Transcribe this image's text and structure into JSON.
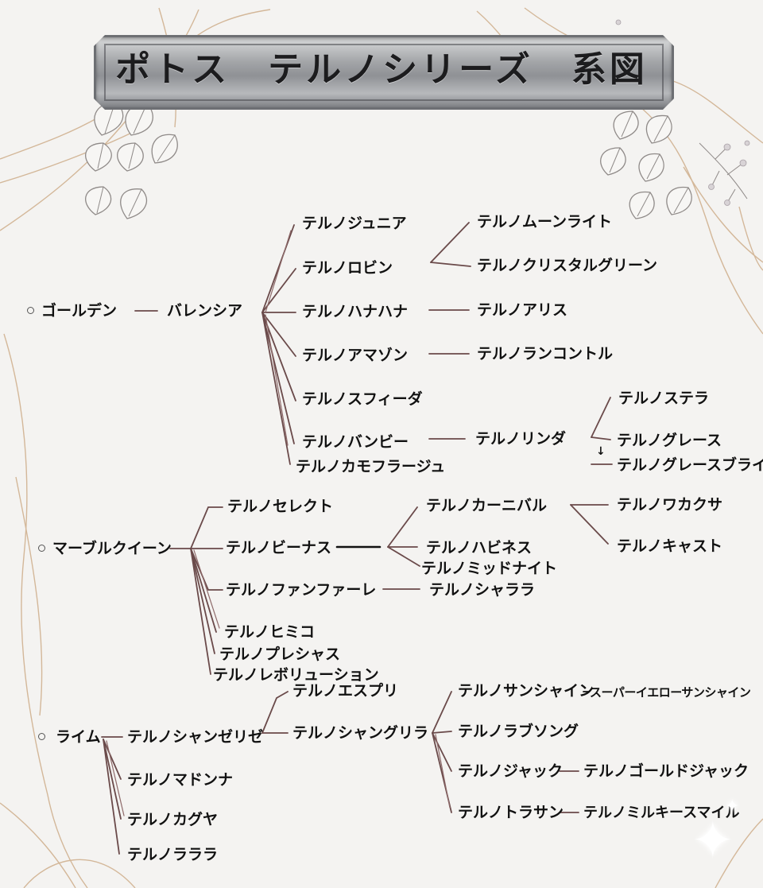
{
  "title": "ポトス　テルノシリーズ　系図",
  "nodes": {
    "golden": "ゴールデン",
    "valencia": "バレンシア",
    "junior": "テルノジュニア",
    "robin": "テルノロビン",
    "hanahana": "テルノハナハナ",
    "amazon": "テルノアマゾン",
    "sfida": "テルノスフィーダ",
    "bambi": "テルノバンビー",
    "camouflage": "テルノカモフラージュ",
    "moonlight": "テルノムーンライト",
    "crystalgreen": "テルノクリスタルグリーン",
    "alice": "テルノアリス",
    "lancontol": "テルノランコントル",
    "linda": "テルノリンダ",
    "stella": "テルノステラ",
    "grace": "テルノグレース",
    "gracebright": "テルノグレースブライト",
    "marblequeen": "マーブルクイーン",
    "select": "テルノセレクト",
    "venus": "テルノビーナス",
    "fanfare": "テルノファンファーレ",
    "himiko": "テルノヒミコ",
    "precious": "テルノプレシャス",
    "revolution": "テルノレボリューション",
    "carnival": "テルノカーニバル",
    "hibiscus": "テルノハビネス",
    "midnight": "テルノミッドナイト",
    "sharara": "テルノシャララ",
    "wakakusa": "テルノワカクサ",
    "cast": "テルノキャスト",
    "lime": "ライム",
    "champselysee": "テルノシャンゼリゼ",
    "madonna": "テルノマドンナ",
    "kaguya": "テルノカグヤ",
    "lalala": "テルノラララ",
    "esprit": "テルノエスプリ",
    "shangrila": "テルノシャングリラ",
    "sunshine": "テルノサンシャイン",
    "supersunshine": "スーパーイエローサンシャイン",
    "lovesong": "テルノラブソング",
    "jack": "テルノジャック",
    "goldjack": "テルノゴールドジャック",
    "torasan": "テルノトラサン",
    "milkysmile": "テルノミルキースマイル"
  },
  "symbols": {
    "arrow": "↓",
    "sparkle": "✦"
  },
  "colors": {
    "background": "#f4f3f1",
    "line": "#6a4a4a",
    "line_accent": "#8e6a6a",
    "vine": "#c7a27a",
    "text": "#111111"
  }
}
